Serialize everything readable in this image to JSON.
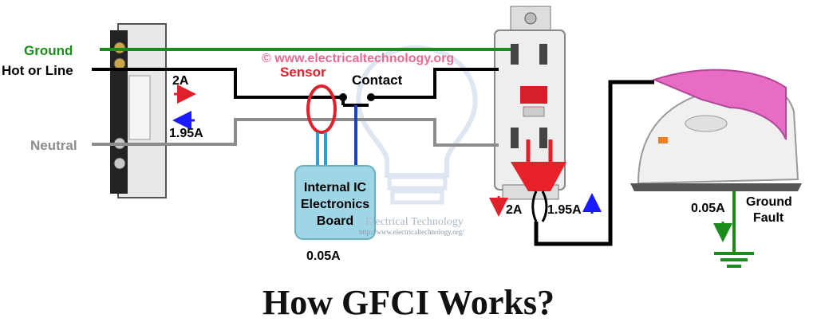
{
  "title": "How GFCI Works?",
  "watermark": {
    "copyright": "© www.electricaltechnology.org",
    "brand": "Electrical Technology",
    "url": "http://www.electricaltechnology.org/"
  },
  "labels": {
    "ground": "Ground",
    "hot": "Hot or Line",
    "neutral": "Neutral",
    "sensor": "Sensor",
    "contact": "Contact",
    "board": [
      "Internal IC",
      "Electronics",
      "Board"
    ],
    "ground_fault": [
      "Ground",
      "Fault"
    ]
  },
  "currents": {
    "hot_in": "2A",
    "neutral_return": "1.95A",
    "board_leak": "0.05A",
    "plug_out": "2A",
    "plug_return": "1.95A",
    "fault": "0.05A"
  },
  "colors": {
    "ground_wire": "#1a8c1a",
    "hot_wire": "#000000",
    "neutral_wire": "#8c8c8c",
    "sensor_ring": "#e0202a",
    "arrow_red": "#e0202a",
    "arrow_blue": "#1a1aff",
    "board_fill": "#9fd6e6",
    "plug_red": "#e8202a",
    "iron_pink": "#e86cc4",
    "watermark_pink": "#e86c90"
  }
}
